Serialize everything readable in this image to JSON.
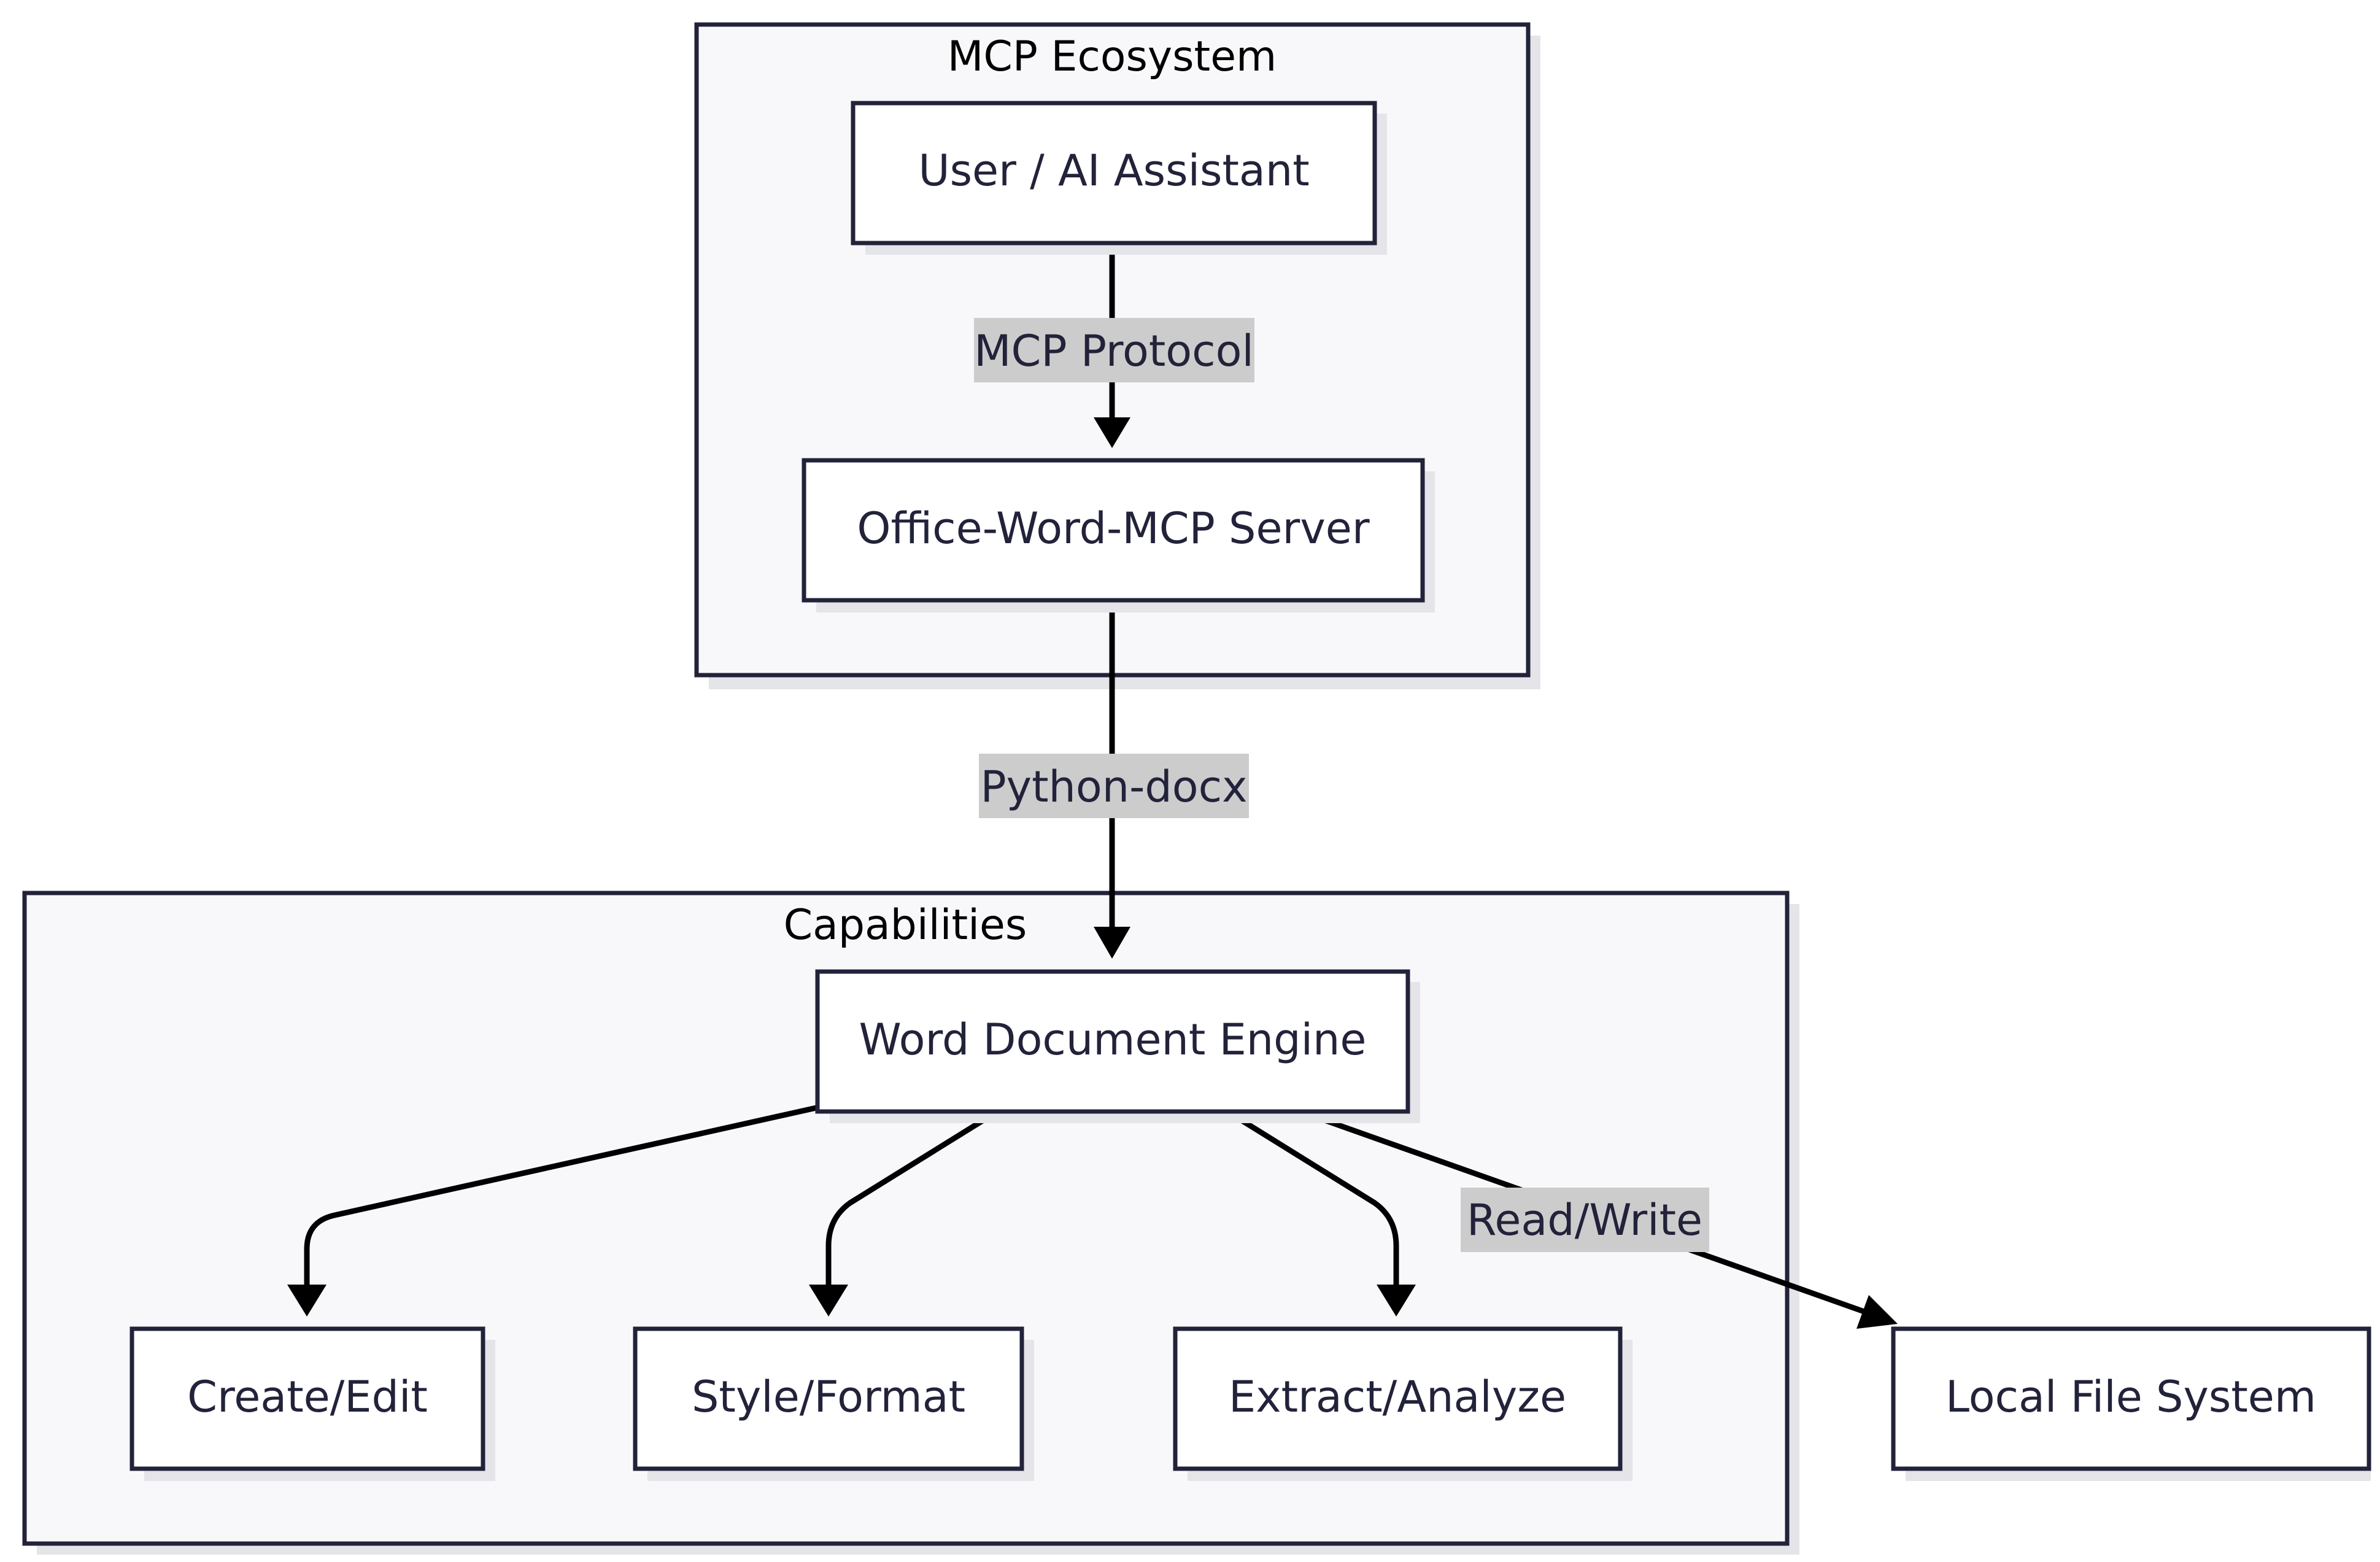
{
  "clusters": {
    "mcp_ecosystem": {
      "label": "MCP Ecosystem"
    },
    "capabilities": {
      "label": "Capabilities"
    }
  },
  "nodes": {
    "user_ai": {
      "label": "User / AI Assistant"
    },
    "server": {
      "label": "Office-Word-MCP Server"
    },
    "engine": {
      "label": "Word Document Engine"
    },
    "create_edit": {
      "label": "Create/Edit"
    },
    "style_format": {
      "label": "Style/Format"
    },
    "extract_analyze": {
      "label": "Extract/Analyze"
    },
    "local_fs": {
      "label": "Local File System"
    }
  },
  "edges": {
    "mcp_protocol": {
      "label": "MCP Protocol"
    },
    "python_docx": {
      "label": "Python-docx"
    },
    "read_write": {
      "label": "Read/Write"
    }
  },
  "colors": {
    "stroke": "#22223a",
    "cluster_fill": "#f8f8fb",
    "node_fill": "#ffffff",
    "shadow": "#e4e4e9",
    "edge_label_bg": "#cccccc",
    "arrow": "#000000"
  }
}
